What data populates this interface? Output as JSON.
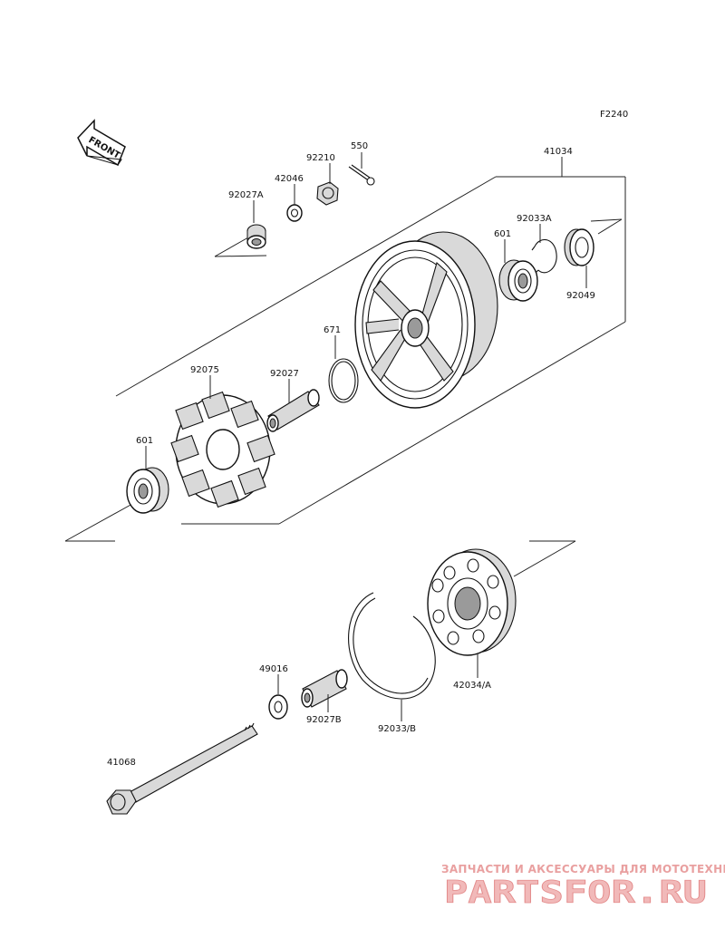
{
  "diagram_code": "F2240",
  "front_arrow_label": "FRONT",
  "part_labels": {
    "p550": "550",
    "p92210": "92210",
    "p42046": "42046",
    "p92027A": "92027A",
    "p41034": "41034",
    "p92033A": "92033A",
    "p601_top": "601",
    "p92049": "92049",
    "p671": "671",
    "p92075": "92075",
    "p92027": "92027",
    "p601_left": "601",
    "p42034A": "42034/A",
    "p49016": "49016",
    "p92027B": "92027B",
    "p92033B": "92033/B",
    "p41068": "41068"
  },
  "watermark": {
    "tagline": "ЗАПЧАСТИ И АКСЕССУАРЫ ДЛЯ МОТОТЕХНИКИ",
    "brand": "PARTSFOR.RU"
  }
}
